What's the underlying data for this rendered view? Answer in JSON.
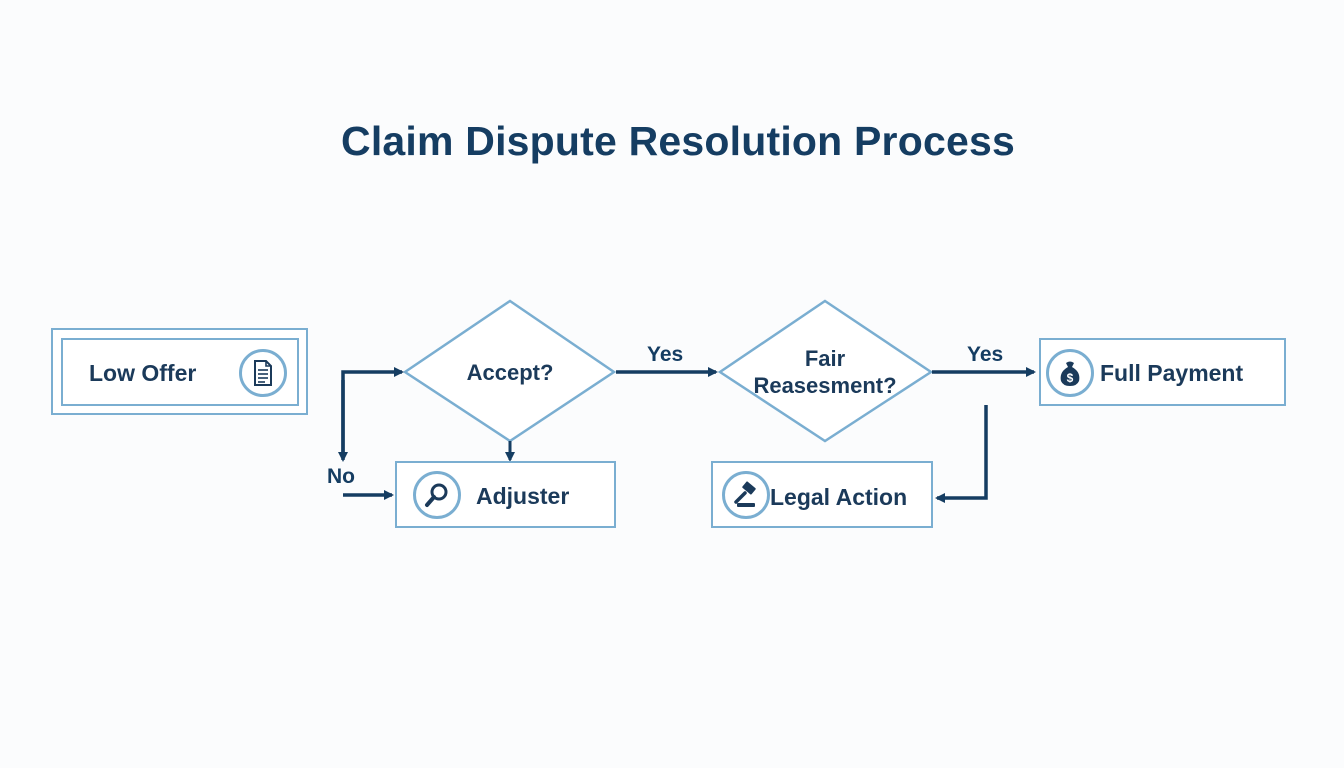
{
  "title": "Claim Dispute Resolution Process",
  "nodes": {
    "low_offer": "Low Offer",
    "accept": "Accept?",
    "fair_line1": "Fair",
    "fair_line2": "Reasesment?",
    "full_payment": "Full Payment",
    "adjuster": "Adjuster",
    "legal_action": "Legal Action"
  },
  "edges": {
    "accept_yes": "Yes",
    "fair_yes": "Yes",
    "accept_no": "No"
  },
  "icons": {
    "low_offer": "document-icon",
    "adjuster": "magnifier-icon",
    "legal_action": "gavel-icon",
    "full_payment": "money-bag-icon"
  },
  "colors": {
    "node_border": "#7aaed1",
    "arrow": "#153d62",
    "text": "#1b3a5a"
  }
}
